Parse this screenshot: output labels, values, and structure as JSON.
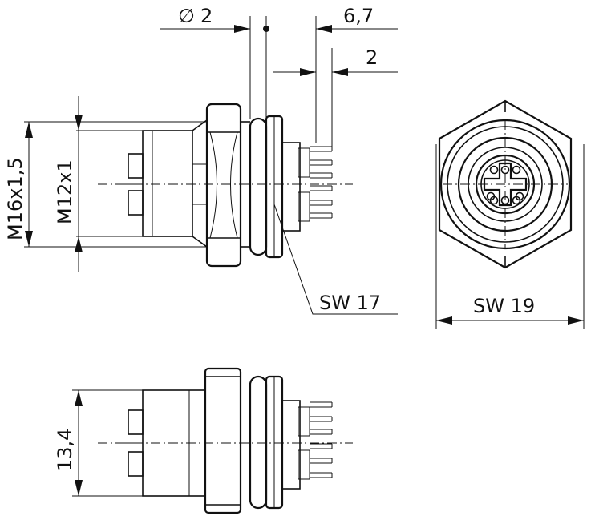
{
  "dimensions": {
    "diameter_symbol": "∅",
    "diameter_value": "2",
    "offset_6_7": "6,7",
    "offset_2": "2",
    "thread_outer": "M16x1,5",
    "thread_inner": "M12x1",
    "wrench_17": "SW 17",
    "wrench_19": "SW 19",
    "height_13_4": "13,4"
  }
}
